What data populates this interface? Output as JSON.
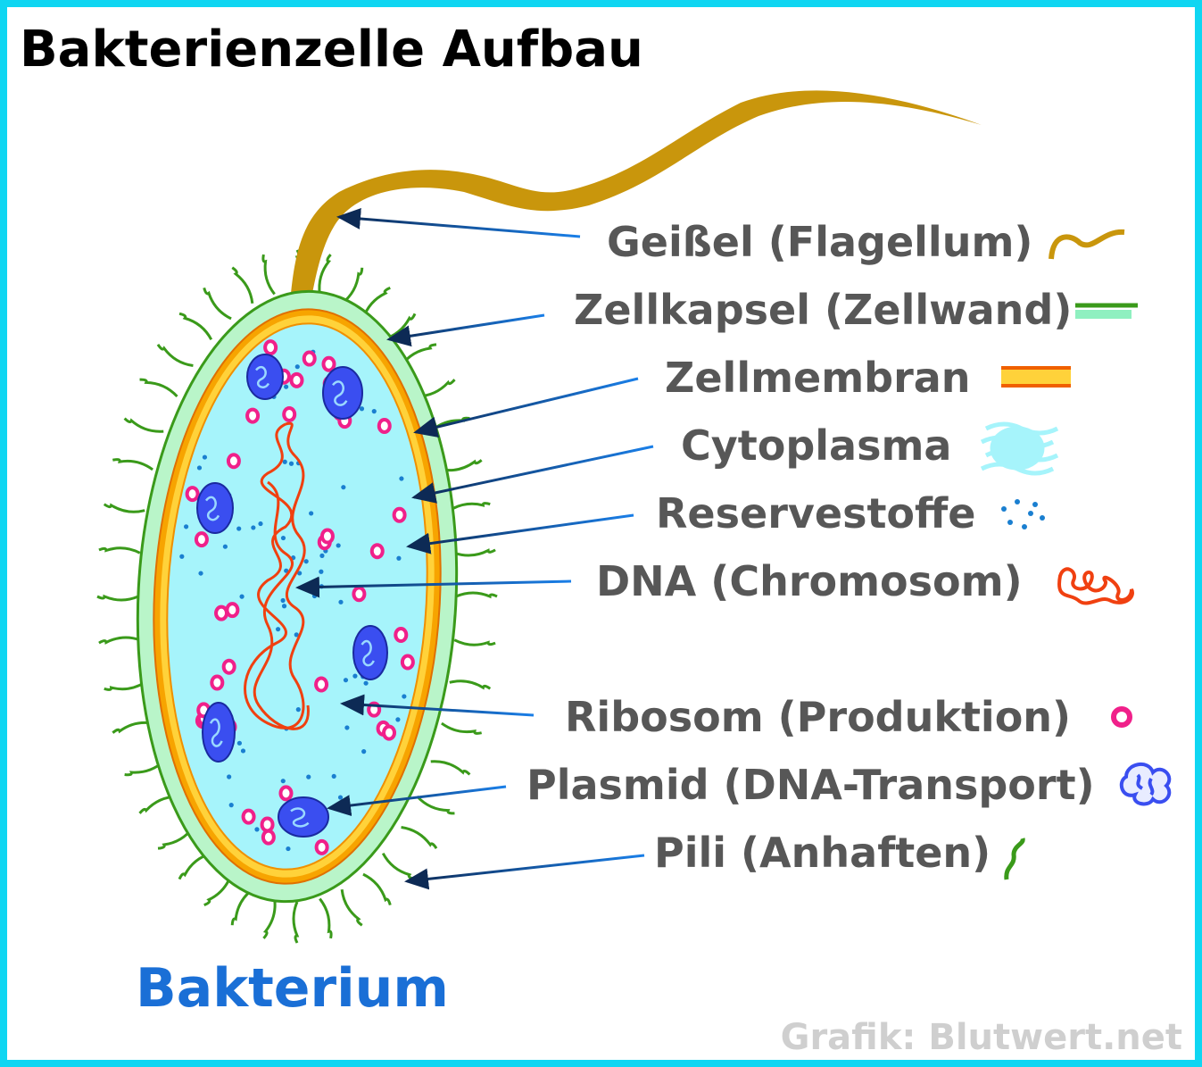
{
  "title": "Bakterienzelle Aufbau",
  "caption": "Bakterium",
  "credit": "Grafik: Blutwert.net",
  "labels": {
    "flagellum": "Geißel (Flagellum)",
    "capsule": "Zellkapsel (Zellwand)",
    "membrane": "Zellmembran",
    "cytoplasm": "Cytoplasma",
    "reserves": "Reservestoffe",
    "dna": "DNA (Chromosom)",
    "ribosome": "Ribosom (Produktion)",
    "plasmid": "Plasmid (DNA-Transport)",
    "pili": "Pili (Anhaften)"
  },
  "colors": {
    "border": "#0fd6f2",
    "capsule": "#b9f5c9",
    "membrane": "#f7a400",
    "cytoplasm": "#a6f4fb",
    "flagellum": "#c9960c",
    "dna": "#f04010",
    "ribosome": "#f0208a",
    "plasmid": "#3a4ef0",
    "pili": "#3a9a1a",
    "caption": "#1a6fd6"
  }
}
